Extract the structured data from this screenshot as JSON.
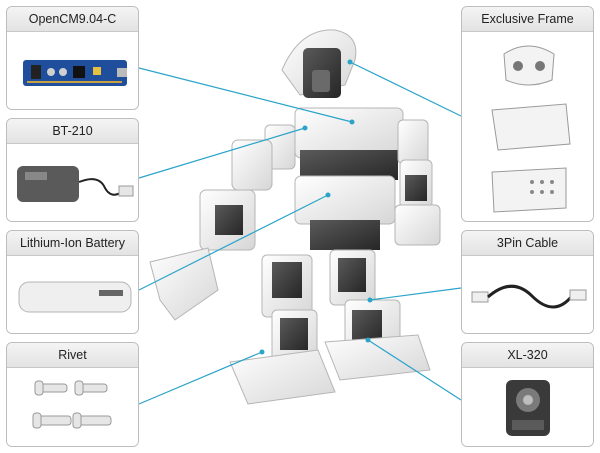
{
  "parts": {
    "opencm": "OpenCM9.04-C",
    "bt210": "BT-210",
    "battery": "Lithium-Ion Battery",
    "rivet": "Rivet",
    "frame": "Exclusive Frame",
    "cable": "3Pin Cable",
    "xl320": "XL-320"
  },
  "colors": {
    "leader_line": "#2aa4c9",
    "board": "#1f4e9c",
    "robot_white": "#f1f1f1",
    "servo_dark": "#3a3a3a"
  }
}
